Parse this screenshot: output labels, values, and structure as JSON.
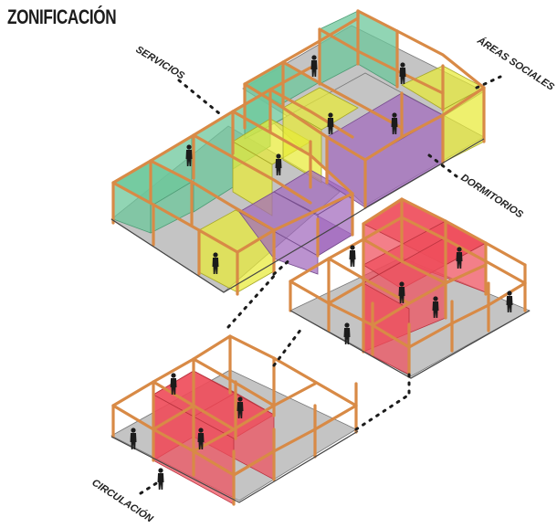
{
  "title": "ZONIFICACIÓN",
  "labels": {
    "servicios": "SERVICIOS",
    "areas_sociales": "ÁREAS SOCIALES",
    "dormitorios": "DORMITORIOS",
    "circulacion": "CIRCULACIÓN"
  },
  "zone_colors": {
    "servicios": "#6cc79b",
    "areas_sociales": "#e7ea36",
    "dormitorios": "#a168bd",
    "circulacion": "#ee4d5b",
    "frame": "#d88a46",
    "floor": "#c4c4c4"
  }
}
